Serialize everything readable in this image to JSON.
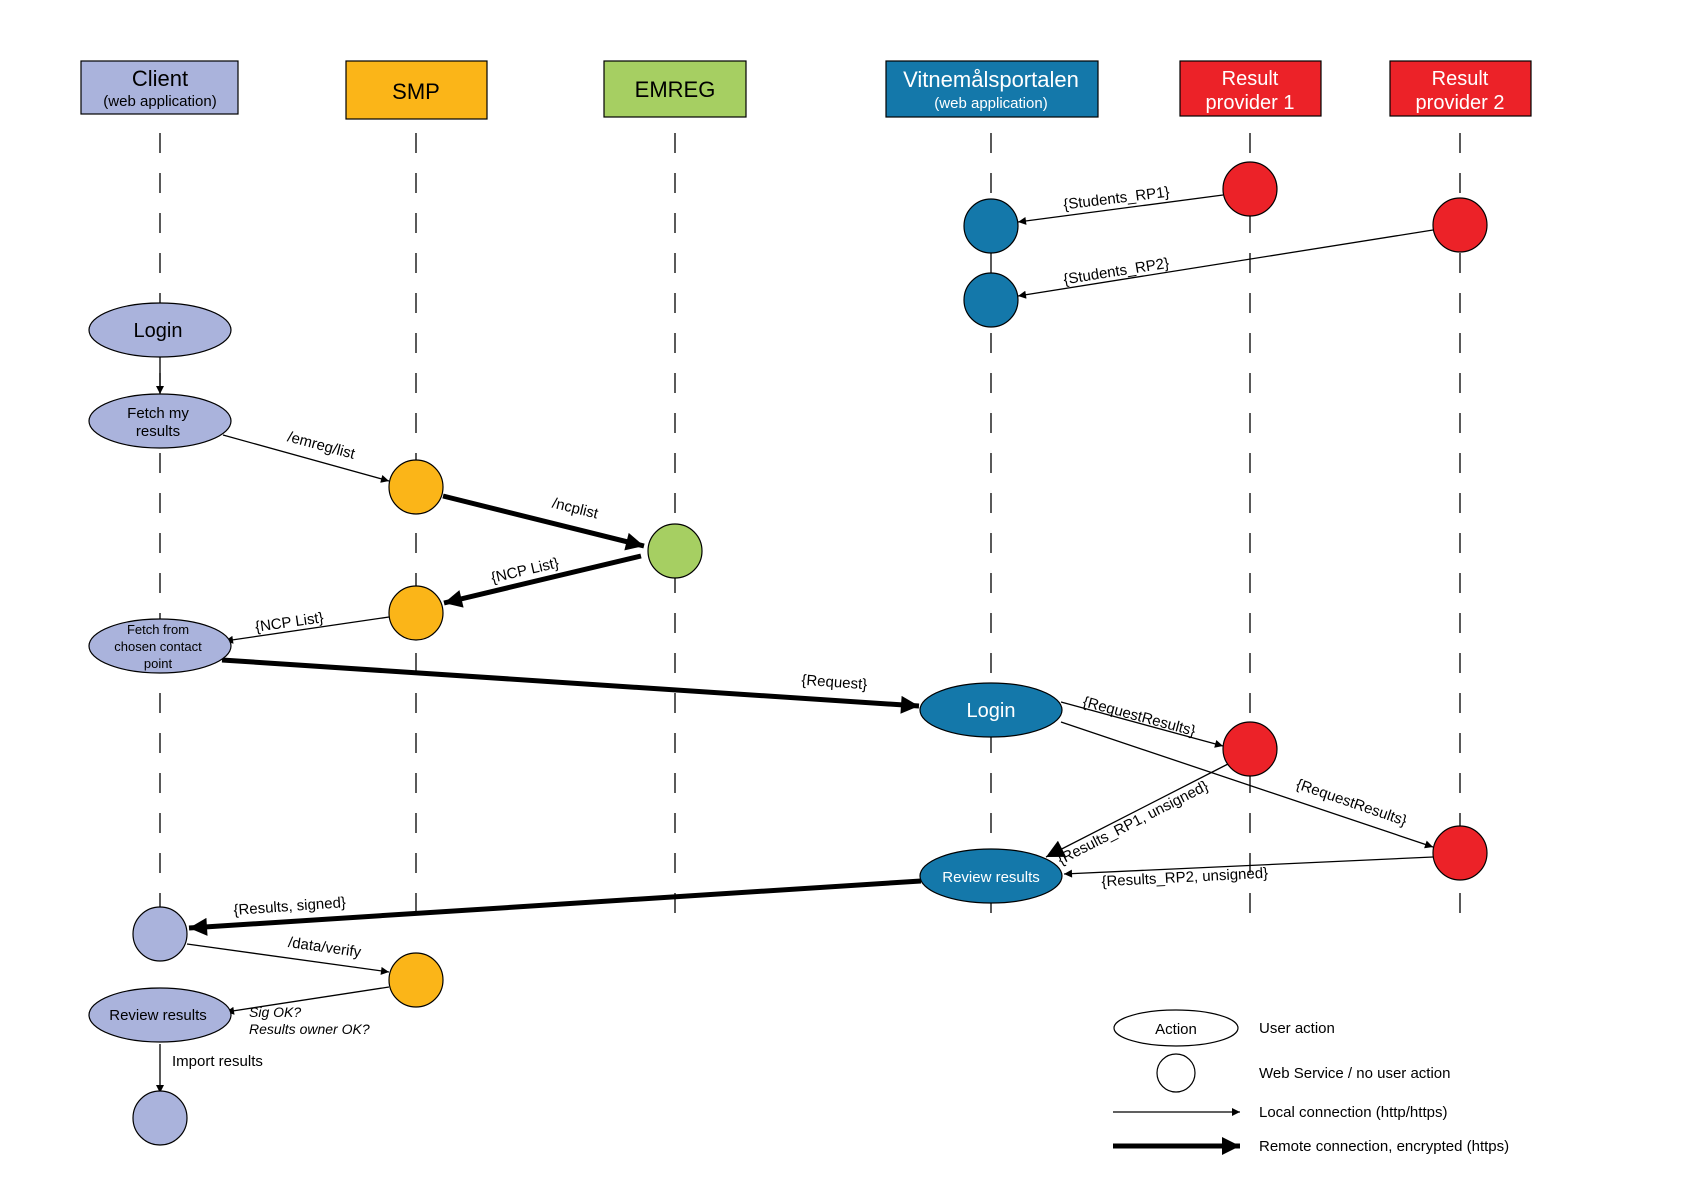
{
  "colors": {
    "client": "#aab3dc",
    "smp": "#fbb518",
    "emreg": "#a6cf62",
    "portal": "#1478aa",
    "provider": "#ec2228"
  },
  "lanes": {
    "client": {
      "title": "Client",
      "sub": "(web application)"
    },
    "smp": {
      "title": "SMP"
    },
    "emreg": {
      "title": "EMREG"
    },
    "portal": {
      "title": "Vitnemålsportalen",
      "sub": "(web application)"
    },
    "rp1": {
      "title_line1": "Result",
      "title_line2": "provider 1"
    },
    "rp2": {
      "title_line1": "Result",
      "title_line2": "provider 2"
    }
  },
  "actions": {
    "client_login": "Login",
    "fetch_results_line1": "Fetch my",
    "fetch_results_line2": "results",
    "fetch_contact_line1": "Fetch from",
    "fetch_contact_line2": "chosen contact",
    "fetch_contact_line3": "point",
    "portal_login": "Login",
    "portal_review": "Review results",
    "client_review": "Review results"
  },
  "messages": {
    "students_rp1": "{Students_RP1}",
    "students_rp2": "{Students_RP2}",
    "emreg_list": "/emreg/list",
    "ncplist": "/ncplist",
    "ncp_list_emreg": "{NCP List}",
    "ncp_list_smp": "{NCP List}",
    "request": "{Request}",
    "request_results_rp1": "{RequestResults}",
    "request_results_rp2": "{RequestResults}",
    "results_rp1": "{Results_RP1, unsigned}",
    "results_rp2": "{Results_RP2, unsigned}",
    "results_signed": "{Results, signed}",
    "data_verify": "/data/verify",
    "sig_ok": "Sig OK?",
    "owner_ok": "Results owner OK?",
    "import_results": "Import results"
  },
  "legend": {
    "action_sample": "Action",
    "user_action": "User action",
    "web_service": "Web Service / no user action",
    "local_connection": "Local connection (http/https)",
    "remote_connection": "Remote connection, encrypted (https)"
  }
}
